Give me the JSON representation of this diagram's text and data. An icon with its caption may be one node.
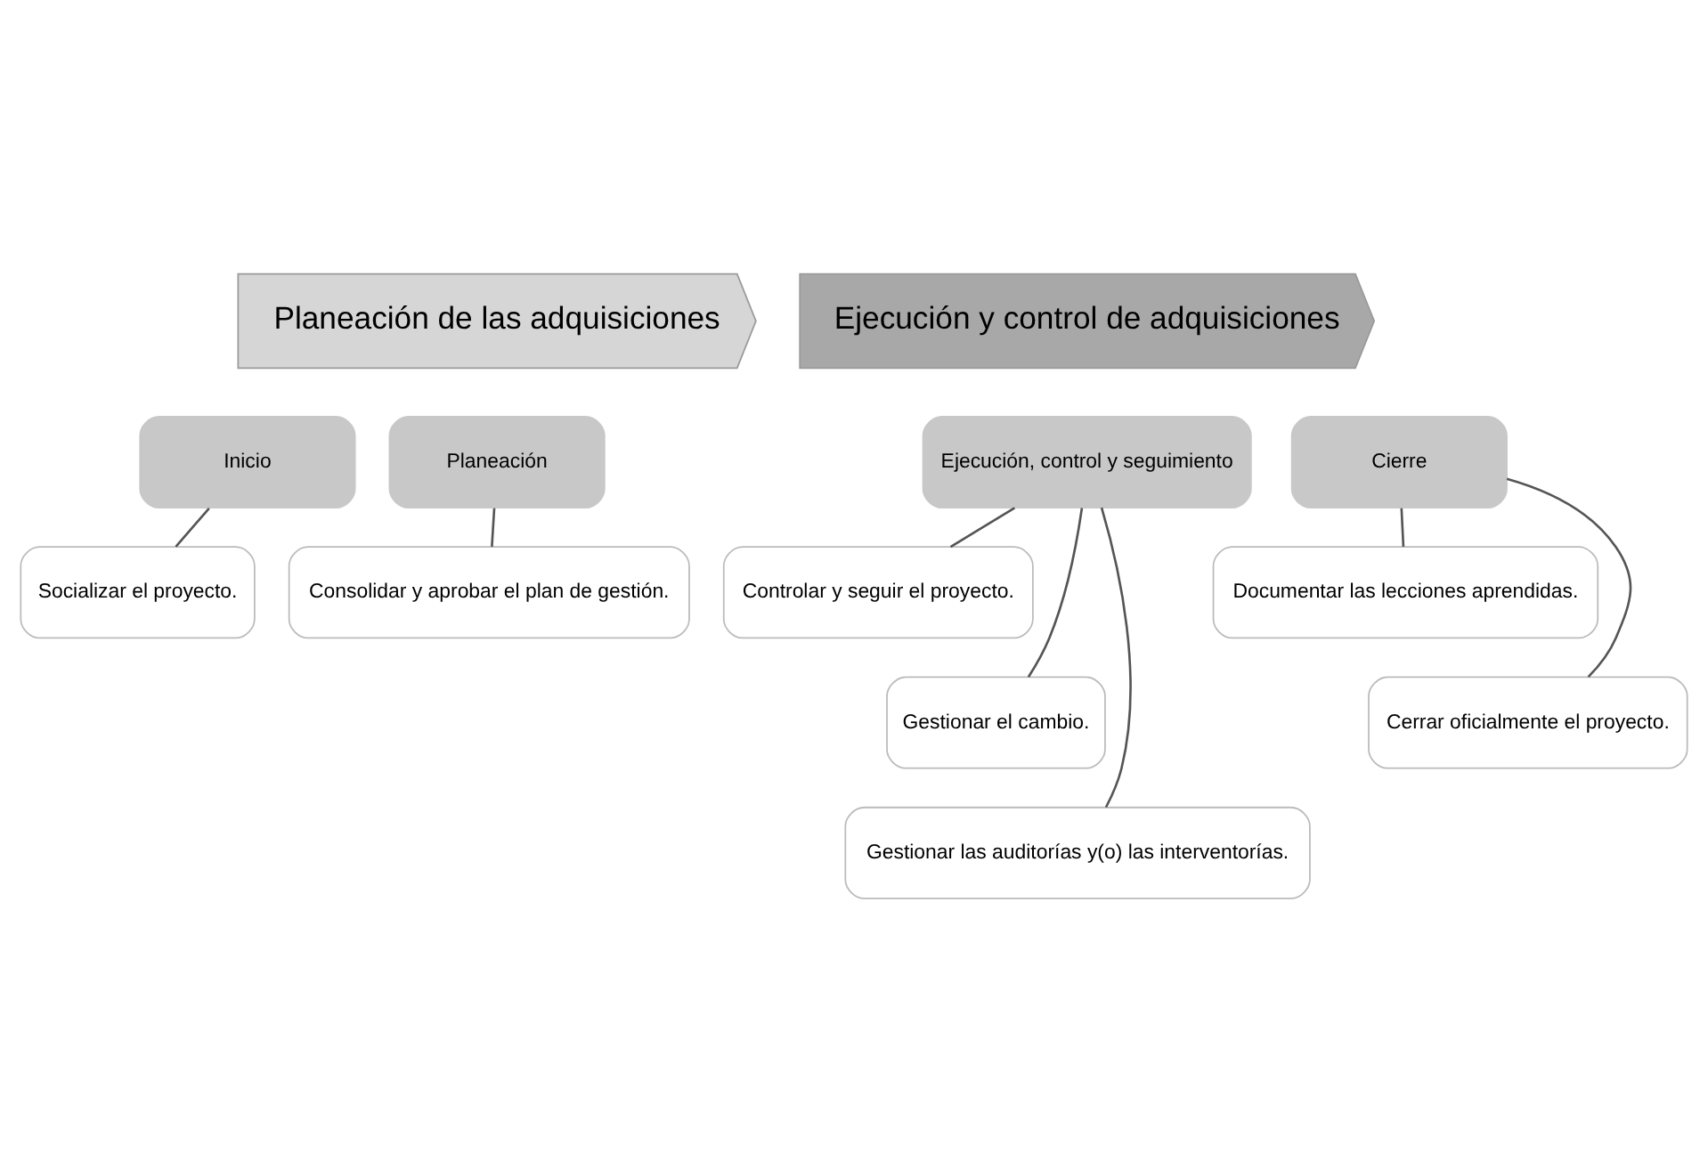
{
  "diagram": {
    "nodes": [
      {
        "text": [
          "Planeación de las adquisiciones"
        ]
      },
      {
        "text": [
          "Ejecución y control de adquisiciones"
        ]
      },
      {
        "text": [
          "Inicio"
        ]
      },
      {
        "text": [
          "Planeación"
        ]
      },
      {
        "text": [
          "Ejecución, control y seguimiento"
        ]
      },
      {
        "text": [
          "Cierre"
        ]
      },
      {
        "text": [
          "Socializar el proyecto."
        ]
      },
      {
        "text": [
          "Consolidar y aprobar el plan de gestión."
        ]
      },
      {
        "text": [
          "Controlar y seguir el proyecto."
        ]
      },
      {
        "text": [
          "Gestionar el cambio."
        ]
      },
      {
        "text": [
          "Gestionar las auditorías y(o) las interventorías."
        ]
      },
      {
        "text": [
          "Documentar las lecciones aprendidas."
        ]
      },
      {
        "text": [
          "Cerrar oficialmente el proyecto."
        ]
      }
    ],
    "edges": [
      {
        "from": 2,
        "to": 6,
        "arrow": "none"
      },
      {
        "from": 3,
        "to": 7,
        "arrow": "none"
      },
      {
        "from": 4,
        "to": 8,
        "arrow": "none"
      },
      {
        "from": 4,
        "to": 9,
        "arrow": "none"
      },
      {
        "from": 4,
        "to": 10,
        "arrow": "none"
      },
      {
        "from": 5,
        "to": 11,
        "arrow": "none"
      },
      {
        "from": 5,
        "to": 12,
        "arrow": "none"
      }
    ]
  }
}
